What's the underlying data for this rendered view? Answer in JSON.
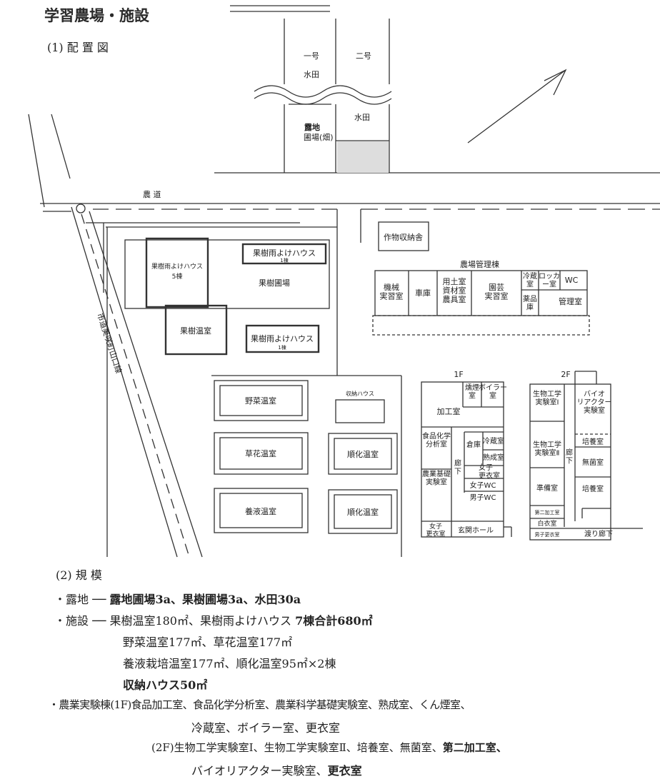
{
  "header": {
    "title": "学習農場・施設",
    "layout_heading": "(1) 配 置 図",
    "scale_heading": "(2) 規 模"
  },
  "map": {
    "field1": "一号",
    "paddy1": "水田",
    "field2": "二号",
    "paddy2": "水田",
    "open_field": "露地",
    "open_field_sub": "圃場(畑)",
    "farm_road": "農 道",
    "city_road": "市道美咲町山口線",
    "crop_storage": "作物収納舎",
    "mgmt_building": "農場管理棟",
    "machine_room": "機械\n実習室",
    "garage": "車庫",
    "supply_room": "用土室\n資材室\n農具室",
    "horti_room": "園芸\n実習室",
    "cold_room": "冷蔵\n室",
    "locker_room": "ロッカ\nー室",
    "wc": "WC",
    "chem_store": "薬品\n庫",
    "admin_room": "管理室",
    "fruit_rain_house_5": "果樹雨よけハウス",
    "fruit_rain_house_5_count": "5棟",
    "fruit_rain_house_a": "果樹雨よけハウス",
    "fruit_rain_house_a_count": "1棟",
    "fruit_field": "果樹圃場",
    "fruit_greenhouse": "果樹温室",
    "fruit_rain_house_b": "果樹雨よけハウス",
    "fruit_rain_house_b_count": "1棟",
    "veg_greenhouse": "野菜温室",
    "storage_house": "収納ハウス",
    "flower_greenhouse": "草花温室",
    "accl_greenhouse1": "順化温室",
    "hydro_greenhouse": "養液温室",
    "accl_greenhouse2": "順化温室",
    "floor1": "1F",
    "floor2": "2F",
    "f1_smoke": "燻煙\n室",
    "f1_boiler": "ボイラー\n室",
    "f1_processing": "加工室",
    "f1_foodchem": "食品化学\n分析室",
    "f1_warehouse": "倉庫",
    "f1_cold": "冷蔵室",
    "f1_aging": "熟成室",
    "f1_corridor": "廊\n下",
    "f1_women_locker": "女子\n更衣室",
    "f1_women_wc": "女子WC",
    "f1_men_wc": "男子WC",
    "f1_basic_lab": "農業基礎\n実験室",
    "f1_women_locker2": "女子\n更衣室",
    "f1_hall": "玄関ホール",
    "f2_biolab1": "生物工学\n実験室Ⅰ",
    "f2_bioreactor": "バイオ\nリアクター\n実験室",
    "f2_culture1": "培養室",
    "f2_biolab2": "生物工学\n実験室Ⅱ",
    "f2_corridor": "廊\n下",
    "f2_sterile": "無菌室",
    "f2_prep": "準備室",
    "f2_culture2": "培養室",
    "f2_proc2": "第二加工室",
    "f2_white": "白衣室",
    "f2_men_locker": "男子更衣室",
    "f2_bridge": "渡り廊下"
  },
  "scale": {
    "l1_pre": "・露地 ── ",
    "l1_bold": "露地圃場3a、果樹圃場3a、水田30a",
    "l2_pre": "・施設 ── 果樹温室180㎡、果樹雨よけハウス ",
    "l2_bold": "7棟合計680㎡",
    "l3": "野菜温室177㎡、草花温室177㎡",
    "l4": "養液栽培温室177㎡、順化温室95㎡×2棟",
    "l5": "収納ハウス50㎡",
    "l6": "・農業実験棟(1F)食品加工室、食品化学分析室、農業科学基礎実験室、熟成室、くん煙室、",
    "l7": "冷蔵室、ボイラー室、更衣室",
    "l8_pre": "(2F)生物工学実験室Ⅰ、生物工学実験室Ⅱ、培養室、無菌室、",
    "l8_bold": "第二加工室、",
    "l9_pre": "バイオリアクター実験室、",
    "l9_bold": "更衣室"
  }
}
